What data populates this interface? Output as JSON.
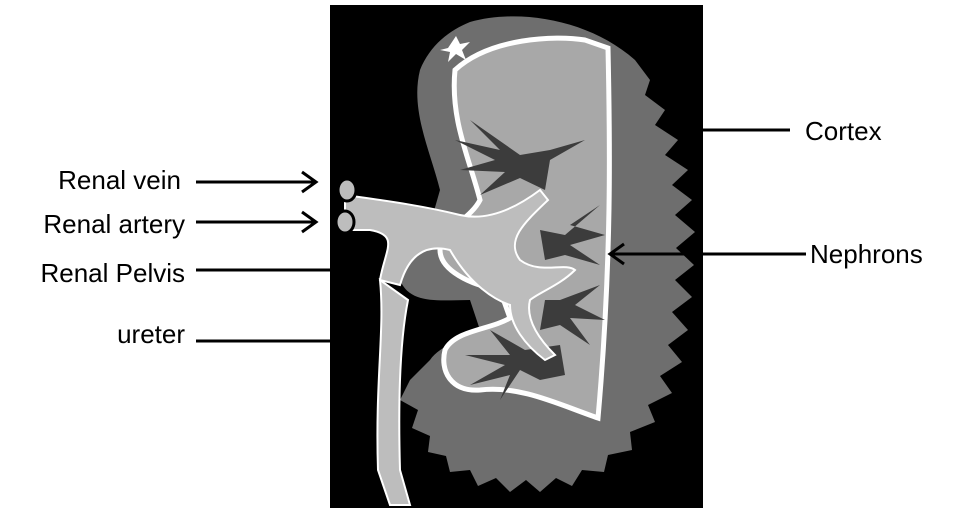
{
  "labels": {
    "renal_vein": "Renal vein",
    "renal_artery": "Renal artery",
    "renal_pelvis": "Renal Pelvis",
    "ureter": "ureter",
    "cortex": "Cortex",
    "nephrons": "Nephrons"
  },
  "colors": {
    "background": "#000000",
    "cortex_gray": "#6e6e6e",
    "medulla_gray": "#a8a8a8",
    "outline_white": "#ffffff",
    "vessel_gray": "#bdbdbd"
  }
}
